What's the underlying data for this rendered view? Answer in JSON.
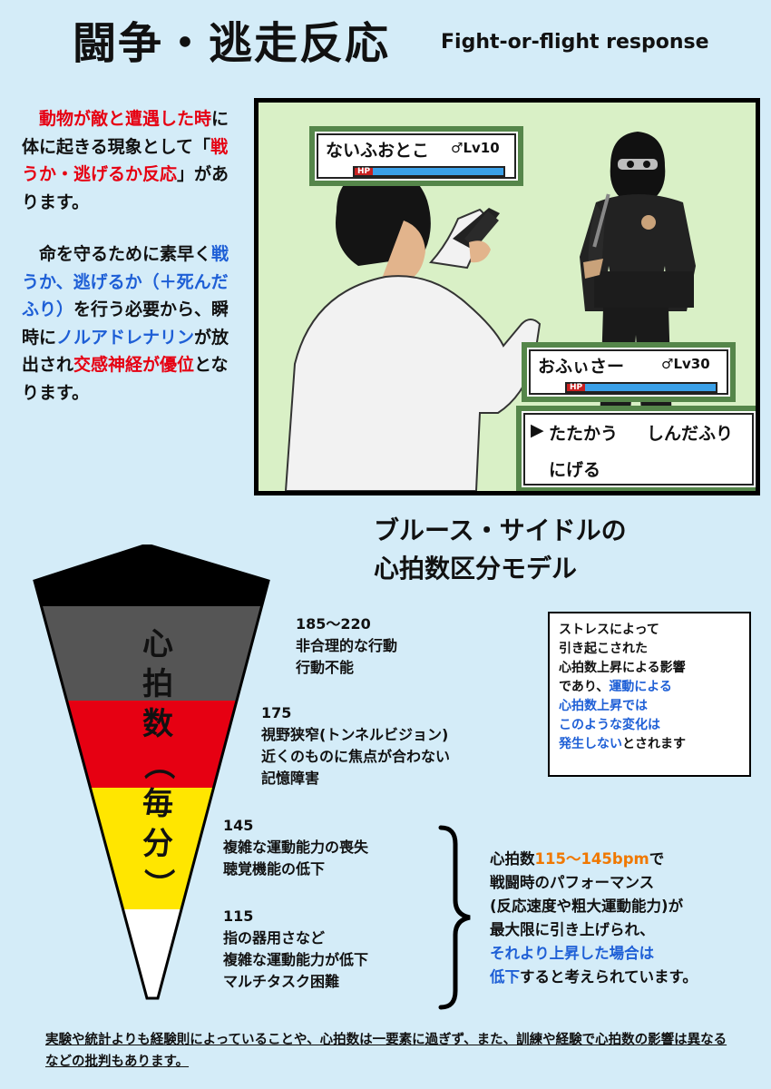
{
  "title": {
    "jp": "闘争・逃走反応",
    "en": "Fight-or-flight response"
  },
  "intro": {
    "p1": [
      {
        "t": "動物が敵と遭遇した時",
        "c": "red"
      },
      {
        "t": "に体に起きる現象として「",
        "c": ""
      },
      {
        "t": "戦うか・逃げるか反応",
        "c": "red"
      },
      {
        "t": "」があります。",
        "c": ""
      }
    ],
    "p2": [
      {
        "t": "命を守るために素早く",
        "c": ""
      },
      {
        "t": "戦うか、逃げるか",
        "c": "blue"
      },
      {
        "t": "（＋死んだふり）",
        "c": "blue"
      },
      {
        "t": "を行う必要から、瞬時に",
        "c": ""
      },
      {
        "t": "ノルアドレナリン",
        "c": "blue"
      },
      {
        "t": "が放出され",
        "c": ""
      },
      {
        "t": "交感神経が優位",
        "c": "red"
      },
      {
        "t": "となります。",
        "c": ""
      }
    ]
  },
  "scene": {
    "enemy": {
      "name": "ないふおとこ",
      "level": "♂Lv10",
      "hp_label": "HP"
    },
    "player": {
      "name": "おふぃさー",
      "level": "♂Lv30",
      "hp_label": "HP"
    },
    "commands": {
      "fight": "たたかう",
      "play_dead": "しんだふり",
      "run": "にげる",
      "cursor": "▶"
    }
  },
  "model": {
    "title_line1": "ブルース・サイドルの",
    "title_line2": "心拍数区分モデル",
    "funnel_label": [
      "心",
      "拍",
      "数",
      "（",
      "毎",
      "分",
      "）"
    ],
    "zones": [
      {
        "bpm": "185～220",
        "lines": [
          "非合理的な行動",
          "行動不能"
        ]
      },
      {
        "bpm": "175",
        "lines": [
          "視野狭窄(トンネルビジョン)",
          "近くのものに焦点が合わない",
          "記憶障害"
        ]
      },
      {
        "bpm": "145",
        "lines": [
          "複雑な運動能力の喪失",
          "聴覚機能の低下"
        ]
      },
      {
        "bpm": "115",
        "lines": [
          "指の器用さなど",
          "複雑な運動能力が低下",
          "マルチタスク困難"
        ]
      }
    ],
    "colors": {
      "black": "#000000",
      "gray": "#555555",
      "red": "#e60012",
      "yellow": "#ffe600",
      "white": "#ffffff"
    }
  },
  "note": [
    [
      {
        "t": "ストレスによって",
        "c": ""
      }
    ],
    [
      {
        "t": "引き起こされた",
        "c": ""
      }
    ],
    [
      {
        "t": "心拍数上昇による影響",
        "c": ""
      }
    ],
    [
      {
        "t": "であり、",
        "c": ""
      },
      {
        "t": "運動による",
        "c": "blue"
      }
    ],
    [
      {
        "t": "心拍数上昇では",
        "c": "blue"
      }
    ],
    [
      {
        "t": "このような変化は",
        "c": "blue"
      }
    ],
    [
      {
        "t": "発生しない",
        "c": "blue"
      },
      {
        "t": "とされます",
        "c": ""
      }
    ]
  ],
  "summary": [
    [
      {
        "t": "心拍数",
        "c": ""
      },
      {
        "t": "115～145bpm",
        "c": "orange"
      },
      {
        "t": "で",
        "c": ""
      }
    ],
    [
      {
        "t": "戦闘時のパフォーマンス",
        "c": ""
      }
    ],
    [
      {
        "t": "(反応速度や粗大運動能力)が",
        "c": ""
      }
    ],
    [
      {
        "t": "最大限に引き上げられ、",
        "c": ""
      }
    ],
    [
      {
        "t": "それより上昇した場合は",
        "c": "blue"
      }
    ],
    [
      {
        "t": "低下",
        "c": "blue"
      },
      {
        "t": "すると考えられています。",
        "c": ""
      }
    ]
  ],
  "footer": "実験や統計よりも経験則によっていることや、心拍数は一要素に過ぎず、また、訓練や経験で心拍数の影響は異なるなどの批判もあります。"
}
